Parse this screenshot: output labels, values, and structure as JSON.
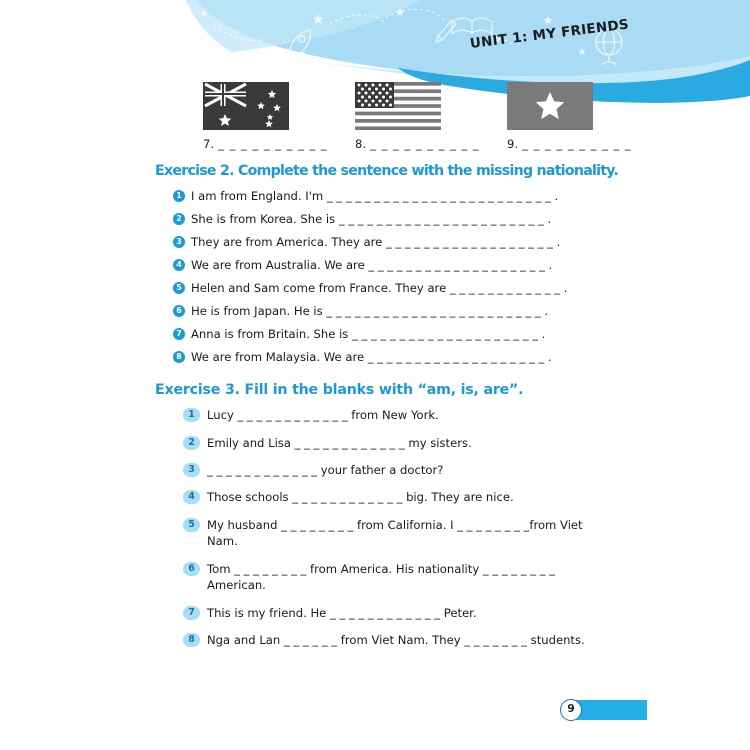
{
  "colors": {
    "banner_light": "#a9dcf4",
    "banner_mid": "#bfe5f8",
    "banner_accent": "#29abe2",
    "heading": "#1b9ad6",
    "badge_fill": "#aadcf2",
    "badge_text": "#0e7ab5",
    "footer_bar": "#22b0e6",
    "flag_dark": "#3a3a3a",
    "flag_gray": "#7a7a7a"
  },
  "header": {
    "unit_title": "UNIT 1: MY FRIENDS",
    "decorations": [
      "rocket-icon",
      "book-icon",
      "pencil-icon",
      "globe-icon",
      "star-icon"
    ]
  },
  "flags": [
    {
      "number": "7.",
      "blank": "_ _ _ _ _ _ _ _ _ _",
      "country": "Australia",
      "icon": "australia-flag-icon"
    },
    {
      "number": "8.",
      "blank": "_ _ _ _ _ _ _ _ _ _",
      "country": "United States",
      "icon": "usa-flag-icon"
    },
    {
      "number": "9.",
      "blank": "_ _ _ _ _ _ _ _ _ _",
      "country": "Viet Nam",
      "icon": "vietnam-flag-icon"
    }
  ],
  "exercise2": {
    "heading": "Exercise 2. Complete the sentence with the missing nationality.",
    "items": [
      {
        "num": "1",
        "text": "I am from England. I'm _ _ _ _ _ _ _ _ _ _ _ _ _ _ _ _ _ _ _ _ _ _ _ _ ."
      },
      {
        "num": "2",
        "text": "She is from Korea. She is _ _ _ _ _ _ _ _ _ _ _ _ _ _ _ _ _ _ _ _ _ _ ."
      },
      {
        "num": "3",
        "text": "They are from America. They are _ _ _ _ _ _ _ _ _ _ _ _ _ _ _ _ _ _ ."
      },
      {
        "num": "4",
        "text": "We are from Australia. We are _ _ _ _ _ _ _ _ _ _ _ _ _ _ _ _ _ _ _ ."
      },
      {
        "num": "5",
        "text": "Helen and Sam come from France. They are _ _ _ _ _ _ _ _ _ _ _ _ ."
      },
      {
        "num": "6",
        "text": "He is from Japan. He is _ _ _ _ _ _ _ _ _ _ _ _ _ _ _ _ _ _ _ _ _ _ _ ."
      },
      {
        "num": "7",
        "text": "Anna is from Britain. She is _ _ _ _ _ _ _ _ _ _ _ _ _ _ _ _ _ _ _ _ ."
      },
      {
        "num": "8",
        "text": "We are from Malaysia. We are _ _ _ _ _ _ _ _ _ _ _ _ _ _ _ _ _ _ _ ."
      }
    ]
  },
  "exercise3": {
    "heading": "Exercise 3. Fill in the blanks with “am, is, are”.",
    "items": [
      {
        "num": "1",
        "text": "Lucy _ _ _ _ _ _ _ _ _ _ _ _ from New York."
      },
      {
        "num": "2",
        "text": "Emily and Lisa _ _ _ _ _ _ _ _ _ _ _ _  my sisters."
      },
      {
        "num": "3",
        "text": " _ _ _ _ _ _ _ _ _ _ _ _ your father a doctor?"
      },
      {
        "num": "4",
        "text": "Those schools _ _ _ _ _ _ _ _ _ _ _ _ big. They are nice."
      },
      {
        "num": "5",
        "text": "My husband _ _ _ _ _ _ _ _ from California. I _ _ _ _ _ _ _ _from Viet Nam."
      },
      {
        "num": "6",
        "text": "Tom  _ _ _ _ _ _ _ _  from  America.  His  nationality  _ _ _ _ _ _ _ _ American."
      },
      {
        "num": "7",
        "text": "This is my friend. He _ _ _ _ _ _ _ _ _ _ _ _ Peter."
      },
      {
        "num": "8",
        "text": "Nga and Lan _ _ _ _ _ _ from Viet Nam. They _ _ _ _ _ _ _ students."
      }
    ]
  },
  "footer": {
    "page_number": "9"
  }
}
